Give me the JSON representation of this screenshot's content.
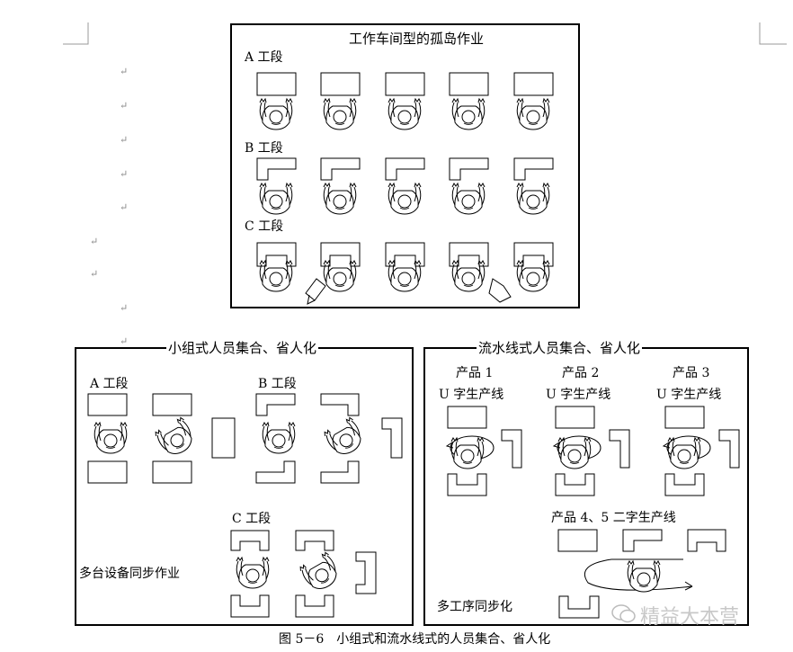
{
  "top_panel": {
    "title": "工作车间型的孤岛作业",
    "section_a": "A 工段",
    "section_b": "B 工段",
    "section_c": "C 工段"
  },
  "left_panel": {
    "title": "小组式人员集合、省人化",
    "section_a": "A 工段",
    "section_b": "B 工段",
    "section_c": "C 工段",
    "note": "多台设备同步作业"
  },
  "right_panel": {
    "title": "流水线式人员集合、省人化",
    "product1": "产品 1",
    "product2": "产品 2",
    "product3": "产品 3",
    "u_line": "U 字生产线",
    "product45": "产品 4、5 二字生产线",
    "note": "多工序同步化"
  },
  "caption": "图 5－6　小组式和流水线式的人员集合、省人化",
  "watermark": "精益大本营",
  "paragraph_mark": "↵",
  "icons": [
    "worker-icon",
    "station-icon",
    "paragraph-mark-icon",
    "arrow-icon",
    "wechat-logo-icon"
  ]
}
